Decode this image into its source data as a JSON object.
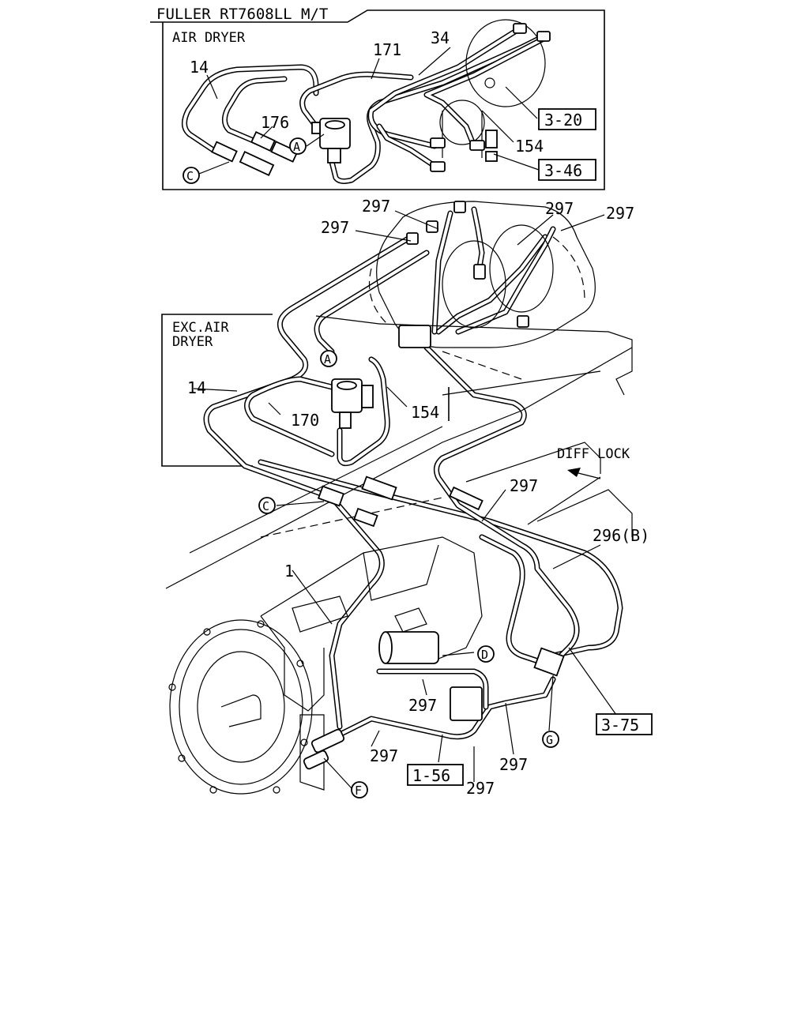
{
  "title": "FULLER RT7608LL M/T",
  "inset_air_dryer": {
    "heading": "AIR DRYER",
    "part_labels": [
      "14",
      "171",
      "34",
      "176",
      "154"
    ],
    "refs": [
      "3-20",
      "3-46"
    ],
    "callouts": [
      "A",
      "C"
    ]
  },
  "inset_exc_air_dryer": {
    "heading_line1": "EXC.AIR",
    "heading_line2": "DRYER",
    "part_labels": [
      "14",
      "170",
      "154"
    ],
    "callouts": [
      "A"
    ]
  },
  "main": {
    "part_labels": [
      "297",
      "297",
      "297",
      "297",
      "297",
      "296(B)",
      "1",
      "297",
      "297",
      "297",
      "297"
    ],
    "diff_lock_label": "DIFF LOCK",
    "refs": [
      "3-75",
      "1-56"
    ],
    "callouts": [
      "C",
      "D",
      "G",
      "F"
    ]
  }
}
